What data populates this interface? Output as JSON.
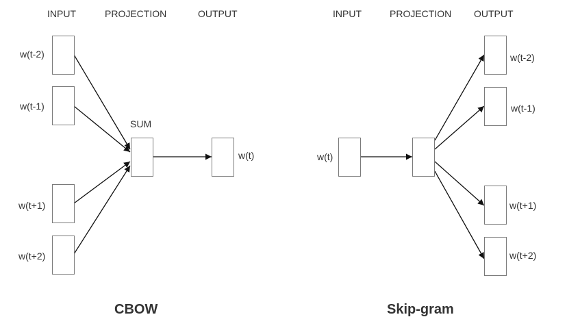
{
  "cbow": {
    "headers": {
      "input": "INPUT",
      "projection": "PROJECTION",
      "output": "OUTPUT"
    },
    "inputs": [
      "w(t-2)",
      "w(t-1)",
      "w(t+1)",
      "w(t+2)"
    ],
    "projection_label": "SUM",
    "output": "w(t)",
    "title": "CBOW"
  },
  "skipgram": {
    "headers": {
      "input": "INPUT",
      "projection": "PROJECTION",
      "output": "OUTPUT"
    },
    "input": "w(t)",
    "outputs": [
      "w(t-2)",
      "w(t-1)",
      "w(t+1)",
      "w(t+2)"
    ],
    "title": "Skip-gram"
  }
}
